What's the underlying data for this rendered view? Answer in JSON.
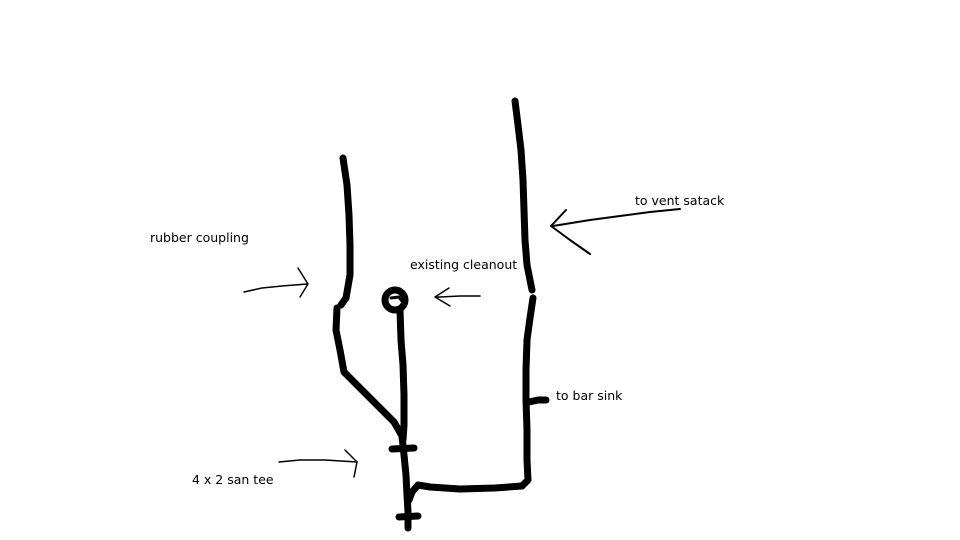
{
  "diagram": {
    "labels": {
      "vent_stack": "to vent satack",
      "rubber_coupling": "rubber coupling",
      "existing_cleanout": "existing cleanout",
      "bar_sink": "to bar sink",
      "san_tee": "4 x 2 san tee"
    },
    "colors": {
      "background": "#ffffff",
      "ink": "#000000"
    }
  }
}
